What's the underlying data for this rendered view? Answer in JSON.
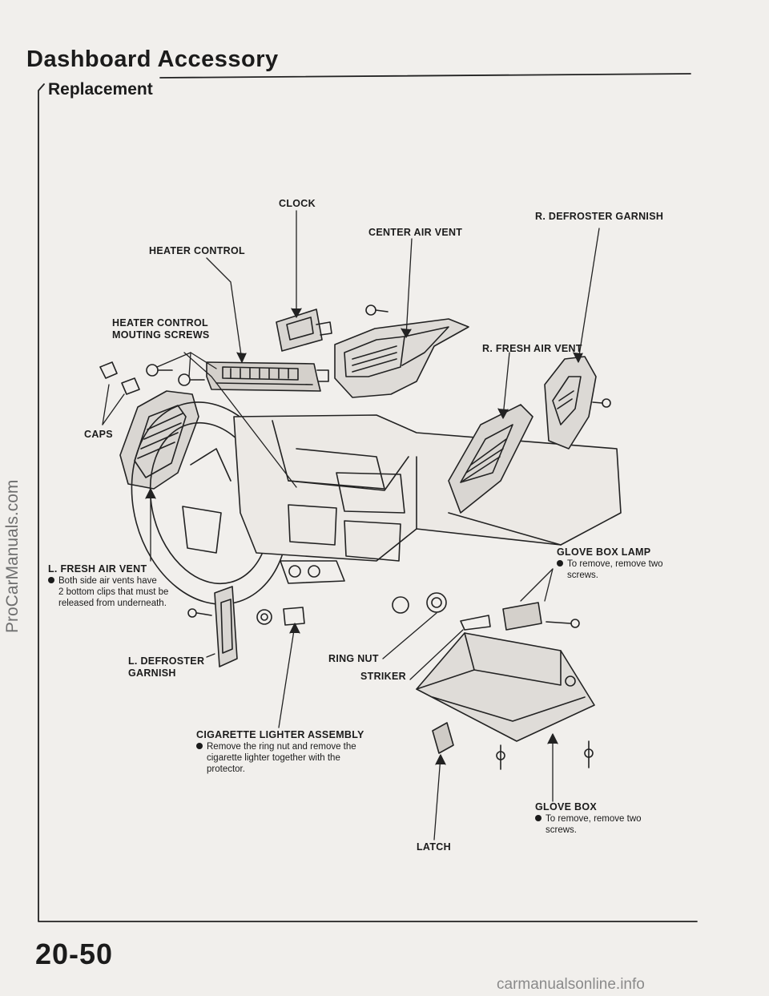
{
  "header": {
    "title": "Dashboard Accessory",
    "subtitle": "Replacement"
  },
  "labels": {
    "clock": "CLOCK",
    "center_air_vent": "CENTER AIR VENT",
    "r_defroster_garnish": "R. DEFROSTER GARNISH",
    "heater_control": "HEATER CONTROL",
    "heater_control_screws_line1": "HEATER CONTROL",
    "heater_control_screws_line2": "MOUTING SCREWS",
    "r_fresh_air_vent": "R. FRESH AIR VENT",
    "caps": "CAPS",
    "l_fresh_air_vent": "L. FRESH AIR VENT",
    "glove_box_lamp": "GLOVE BOX LAMP",
    "l_defroster_line1": "L. DEFROSTER",
    "l_defroster_line2": "GARNISH",
    "ring_nut": "RING NUT",
    "striker": "STRIKER",
    "cigarette_lighter": "CIGARETTE LIGHTER ASSEMBLY",
    "glove_box": "GLOVE BOX",
    "latch": "LATCH"
  },
  "notes": {
    "l_fresh_air_vent": [
      "Both side air vents have",
      "2 bottom clips that must be",
      "released from underneath."
    ],
    "glove_box_lamp": [
      "To remove, remove two",
      "screws."
    ],
    "cigarette_lighter": [
      "Remove the ring nut and remove the",
      "cigarette lighter together with the",
      "protector."
    ],
    "glove_box": [
      "To remove, remove two",
      "screws."
    ]
  },
  "footer": {
    "page_number": "20-50"
  },
  "watermarks": {
    "side": "ProCarManuals.com",
    "bottom": "carmanualsonline.info"
  }
}
